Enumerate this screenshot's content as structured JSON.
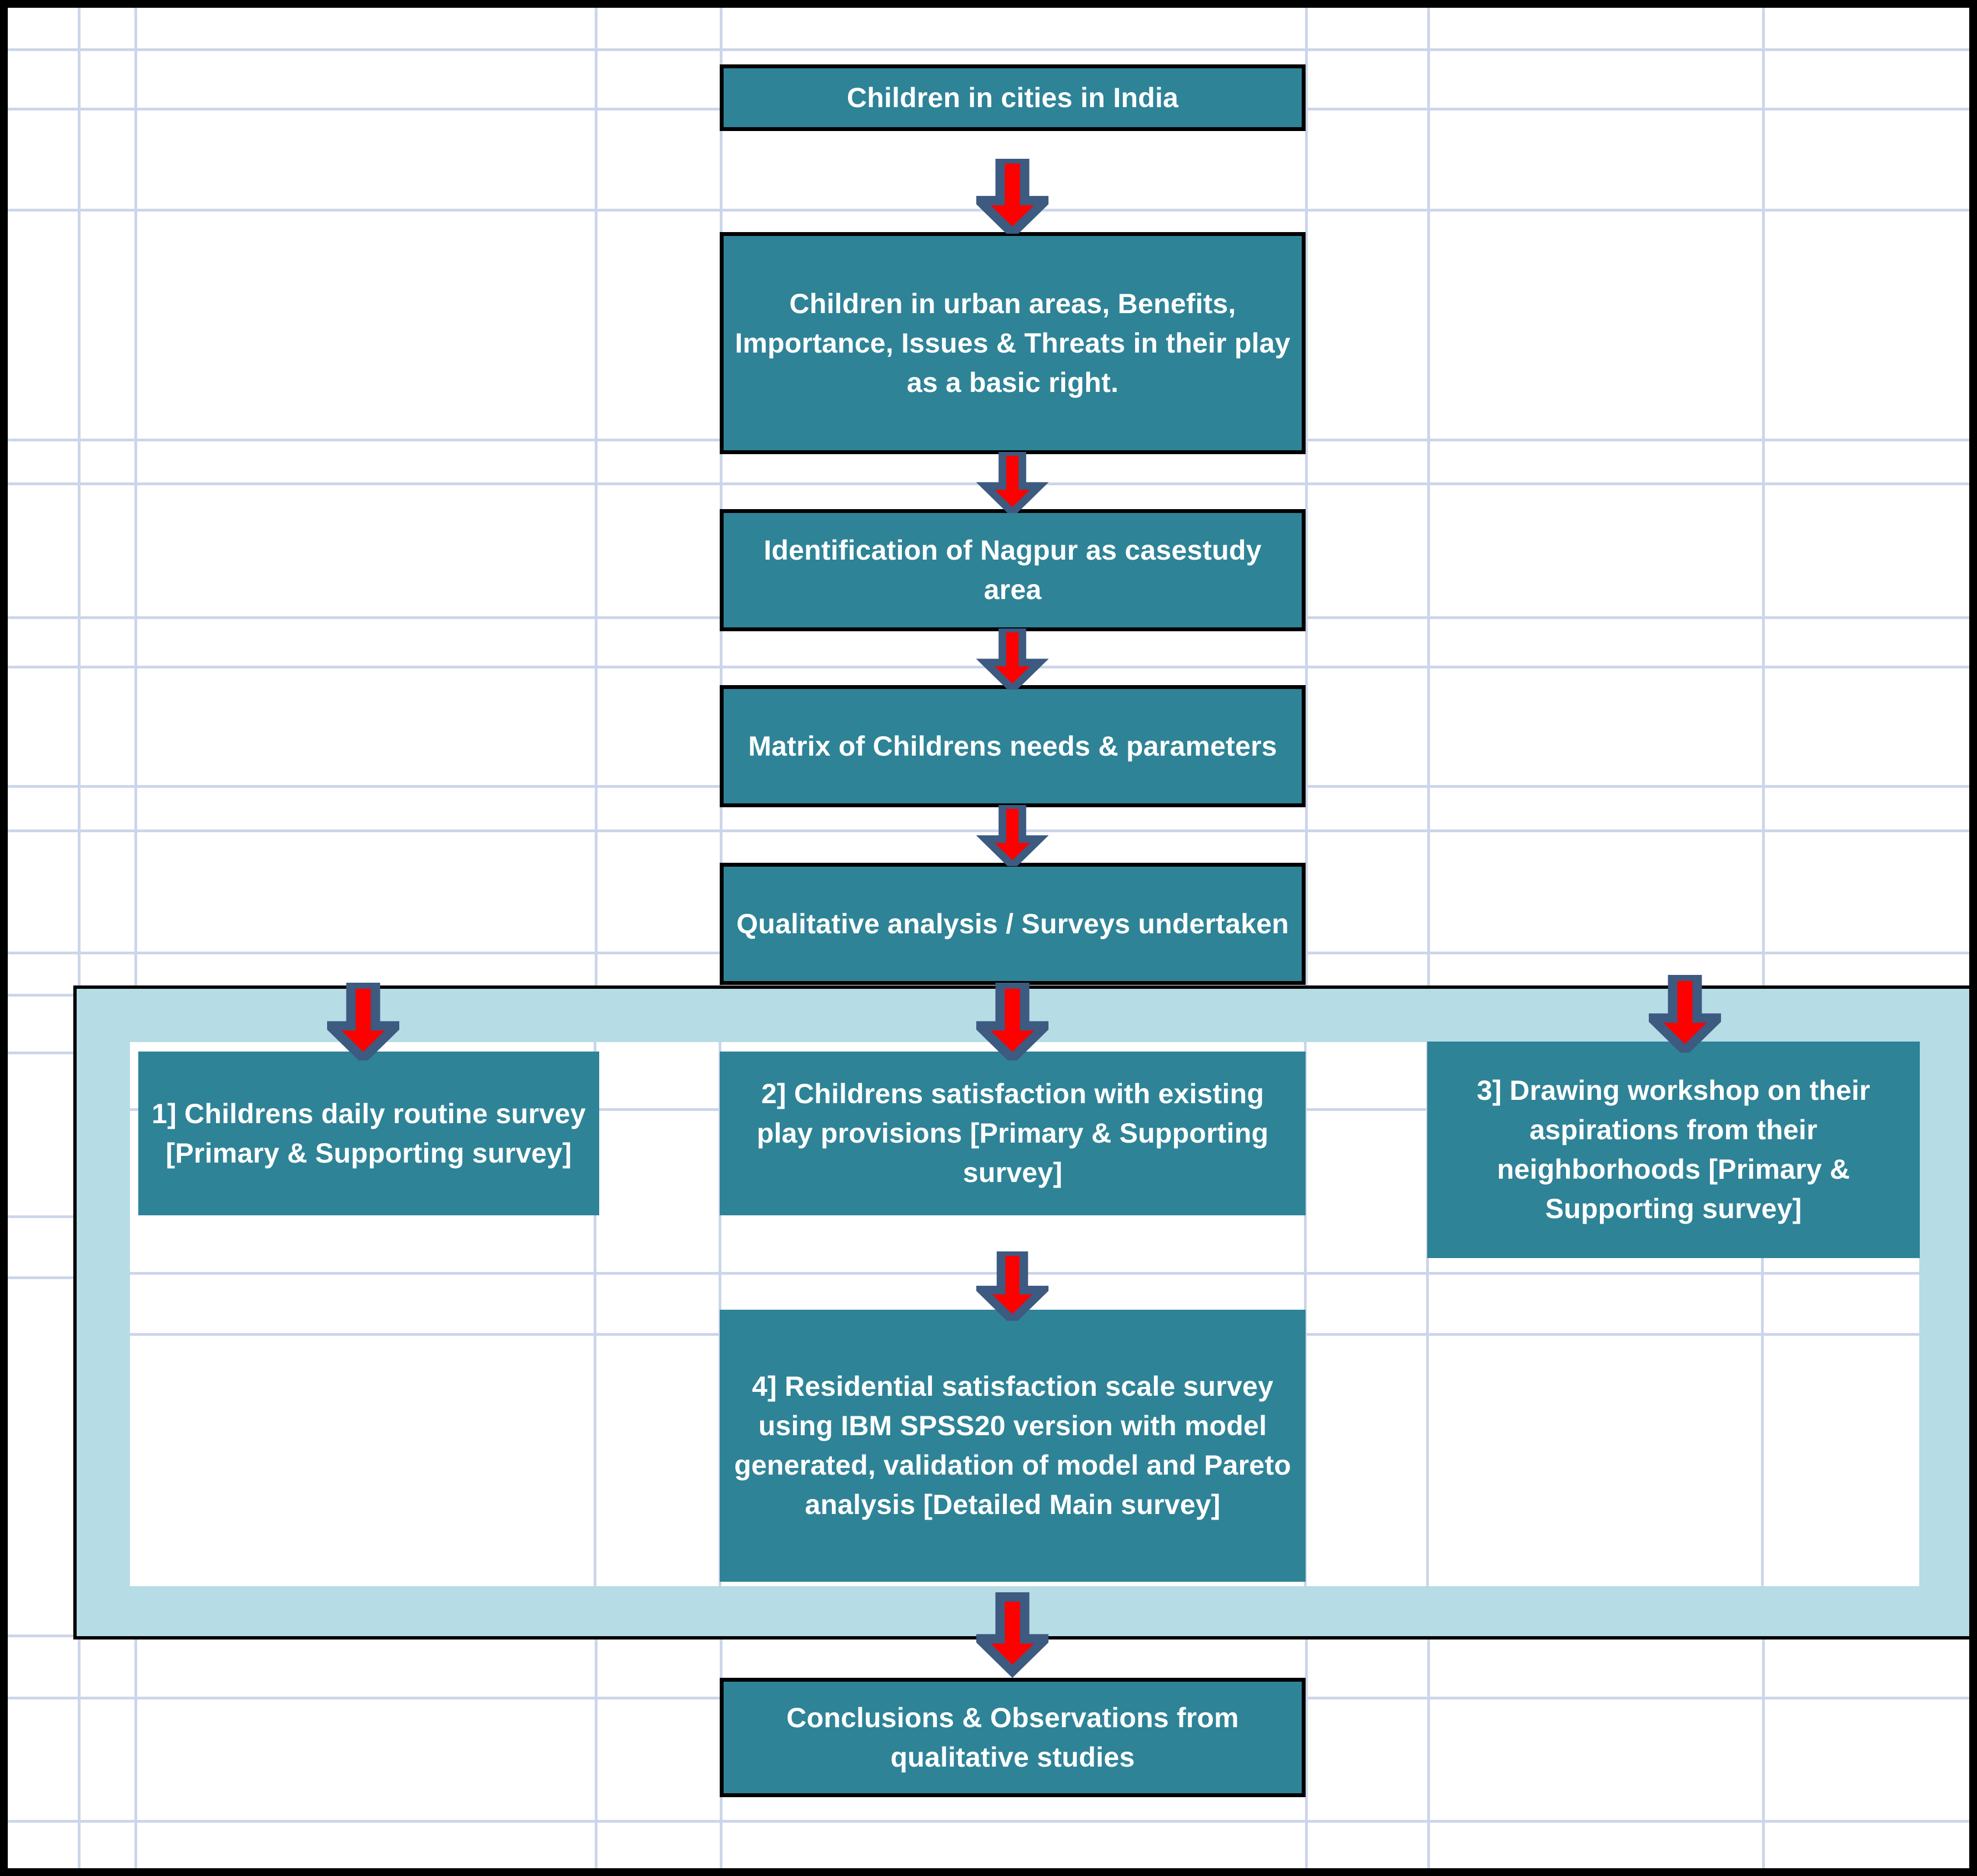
{
  "diagram": {
    "title": "Research methodology flowchart",
    "colors": {
      "node_fill": "#2e8397",
      "node_text": "#ffffff",
      "band_fill": "#b6dce5",
      "arrow_fill": "#ff0000",
      "arrow_outline": "#3d5a80",
      "gridline": "#ccd6ea",
      "sheet_border": "#000000"
    },
    "nodes": [
      {
        "id": "n1",
        "label": "Children in cities in India"
      },
      {
        "id": "n2",
        "label": "Children in urban areas, Benefits, Importance, Issues & Threats in their play as a basic right."
      },
      {
        "id": "n3",
        "label": "Identification of Nagpur as casestudy area"
      },
      {
        "id": "n4",
        "label": "Matrix of  Childrens needs & parameters"
      },
      {
        "id": "n5",
        "label": "Qualitative analysis / Surveys undertaken"
      },
      {
        "id": "s1",
        "label": "1] Childrens daily routine survey   [Primary & Supporting survey]"
      },
      {
        "id": "s2",
        "label": "2] Childrens satisfaction with existing play provisions   [Primary & Supporting survey]"
      },
      {
        "id": "s3",
        "label": "3] Drawing workshop on their aspirations from their neighborhoods   [Primary & Supporting survey]"
      },
      {
        "id": "s4",
        "label": "4] Residential satisfaction scale survey using IBM SPSS20 version with model generated, validation of model and Pareto analysis [Detailed Main survey]"
      },
      {
        "id": "n6",
        "label": "Conclusions & Observations from qualitative studies"
      }
    ],
    "arrows": [
      {
        "id": "a1",
        "from": "n1",
        "to": "n2"
      },
      {
        "id": "a2",
        "from": "n2",
        "to": "n3"
      },
      {
        "id": "a3",
        "from": "n3",
        "to": "n4"
      },
      {
        "id": "a4",
        "from": "n4",
        "to": "n5"
      },
      {
        "id": "a5",
        "from": "n5",
        "to": "s1"
      },
      {
        "id": "a6",
        "from": "n5",
        "to": "s2"
      },
      {
        "id": "a7",
        "from": "n5",
        "to": "s3"
      },
      {
        "id": "a8",
        "from": "s2",
        "to": "s4"
      },
      {
        "id": "a9",
        "from": "s4",
        "to": "n6"
      }
    ]
  }
}
